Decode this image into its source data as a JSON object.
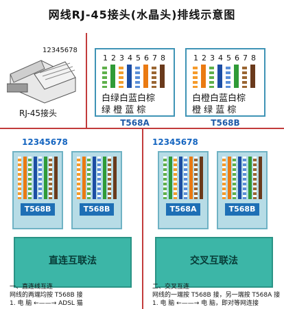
{
  "title": "网线RJ-45接头(水晶头)排线示意图",
  "rj45": {
    "pin_numbers": "12345678",
    "label": "RJ-45接头"
  },
  "standards": [
    {
      "name": "T568A",
      "pins": [
        "1",
        "2",
        "3",
        "4",
        "5",
        "6",
        "7",
        "8"
      ],
      "wire_colors": [
        "#5fb04b",
        "#2f9b37",
        "#f29e2e",
        "#1d4ea4",
        "#5b8fd8",
        "#ea7a12",
        "#9a6632",
        "#6a3a1c"
      ],
      "colors_row1": "白绿白蓝白棕",
      "colors_row2": "绿  橙  蓝  棕"
    },
    {
      "name": "T568B",
      "pins": [
        "1",
        "2",
        "3",
        "4",
        "5",
        "6",
        "7",
        "8"
      ],
      "wire_colors": [
        "#f59b2b",
        "#ea7a12",
        "#5fb04b",
        "#1d4ea4",
        "#5b8fd8",
        "#2f9b37",
        "#9a6632",
        "#6a3a1c"
      ],
      "colors_row1": "白橙白蓝白棕",
      "colors_row2": "橙  绿  蓝  棕"
    }
  ],
  "connectors": {
    "pin_numbers": "12345678",
    "left_pair": [
      "T568B",
      "T568B"
    ],
    "right_pair": [
      "T568A",
      "T568B"
    ]
  },
  "cables": {
    "straight": "直连互联法",
    "cross": "交叉互联法"
  },
  "notes_left": {
    "l1": "一、直连线互连",
    "l2": "网线的两端均按 T568B 接",
    "l3": "1. 电   脑 ←——→ ADSL 猫"
  },
  "notes_right": {
    "l1": "二、交叉互连",
    "l2": "网线的一端按 T568B 接，另一端按 T568A 接",
    "l3": "1. 电   脑 ←——→ 电   脑，即对等网连接"
  },
  "colors": {
    "divider": "#c23b3b",
    "std_border": "#3e93b5",
    "cable": "#3cb6a7",
    "label_blue": "#1e6fb5"
  }
}
